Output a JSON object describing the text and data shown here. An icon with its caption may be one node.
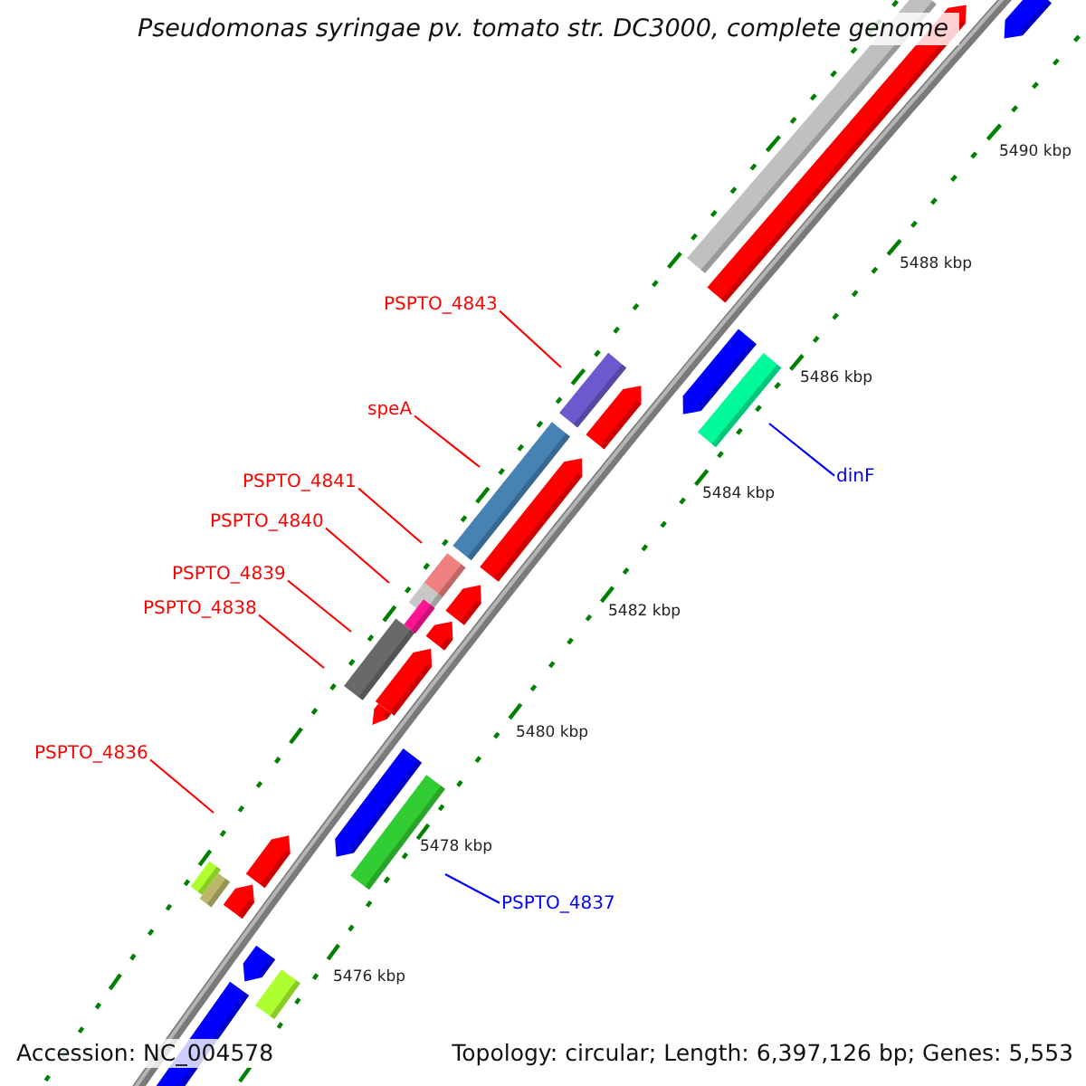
{
  "diagram": {
    "title": "Pseudomonas syringae pv. tomato str. DC3000, complete genome",
    "nodes": [
      {
        "text": [
          "PSPTO_4843"
        ]
      },
      {
        "text": [
          "speA"
        ]
      },
      {
        "text": [
          "dinF"
        ]
      },
      {
        "text": [
          "PSPTO_4841"
        ]
      },
      {
        "text": [
          "PSPTO_4840"
        ]
      },
      {
        "text": [
          "PSPTO_4839"
        ]
      },
      {
        "text": [
          "PSPTO_4838"
        ]
      },
      {
        "text": [
          "PSPTO_4836"
        ]
      },
      {
        "text": [
          "PSPTO_4837"
        ]
      }
    ],
    "edges": [
      {
        "from": 0,
        "to": null,
        "arrow": "none"
      },
      {
        "from": 1,
        "to": null,
        "arrow": "none"
      },
      {
        "from": 2,
        "to": null,
        "arrow": "none",
        "color": "#0000ff"
      },
      {
        "from": 3,
        "to": null,
        "arrow": "none"
      },
      {
        "from": 4,
        "to": null,
        "arrow": "none"
      },
      {
        "from": 5,
        "to": null,
        "arrow": "none"
      },
      {
        "from": 6,
        "to": null,
        "arrow": "none"
      },
      {
        "from": 7,
        "to": null,
        "arrow": "none"
      },
      {
        "from": 8,
        "to": null,
        "arrow": "none",
        "color": "#0000ff"
      }
    ],
    "labels": [
      "5490 kbp",
      "5488 kbp",
      "5486 kbp",
      "5484 kbp",
      "5482 kbp",
      "5480 kbp",
      "5478 kbp",
      "5476 kbp",
      "Accession: NC_004578",
      "Topology: circular; Length: 6,397,126 bp; Genes: 5,553"
    ]
  }
}
